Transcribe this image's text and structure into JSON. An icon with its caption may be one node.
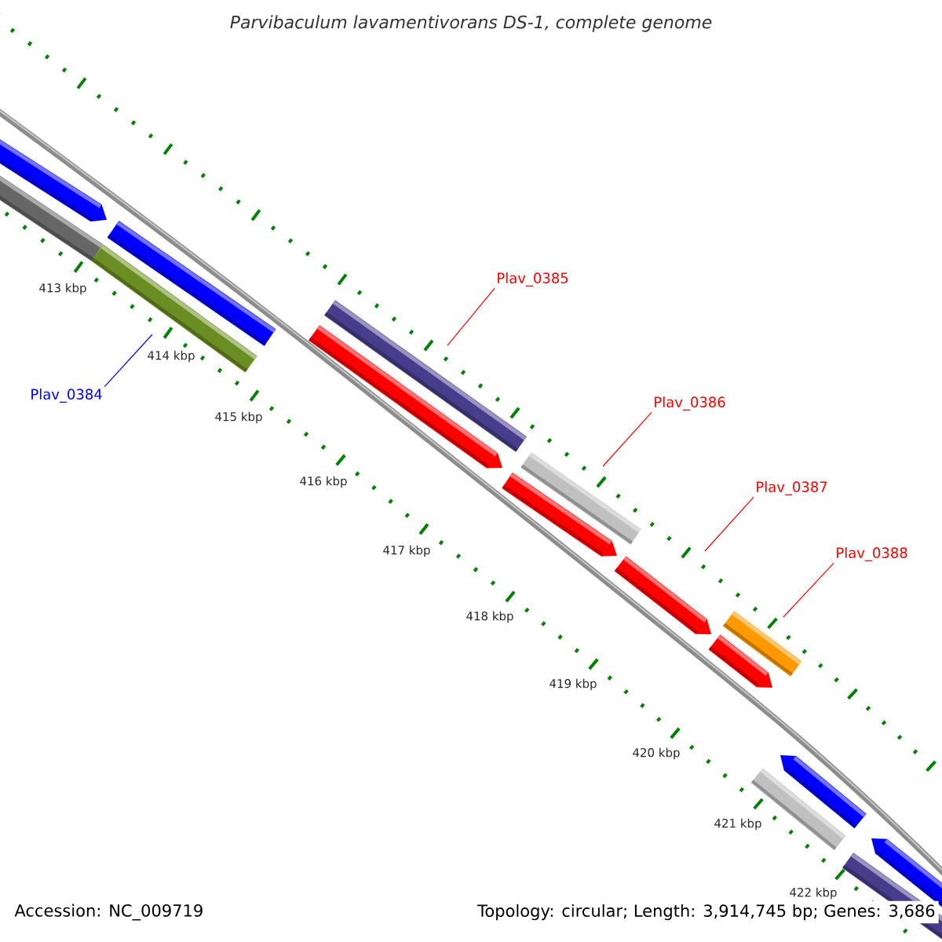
{
  "diagram": {
    "title": "Parvibaculum lavamentivorans DS-1, complete genome",
    "nodes": [
      {
        "text": [
          "Plav_0384"
        ]
      },
      {
        "text": [
          "Plav_0385"
        ]
      },
      {
        "text": [
          "Plav_0386"
        ]
      },
      {
        "text": [
          "Plav_0387"
        ]
      },
      {
        "text": [
          "Plav_0388"
        ]
      }
    ],
    "edges": [
      {
        "from": 0,
        "to": null,
        "arrow": "none",
        "color": "#0000ff"
      },
      {
        "from": 1,
        "to": null,
        "arrow": "none"
      },
      {
        "from": 2,
        "to": null,
        "arrow": "none"
      },
      {
        "from": 3,
        "to": null,
        "arrow": "none"
      },
      {
        "from": 4,
        "to": null,
        "arrow": "none"
      }
    ],
    "labels": [
      "413 kbp",
      "414 kbp",
      "415 kbp",
      "416 kbp",
      "417 kbp",
      "418 kbp",
      "419 kbp",
      "420 kbp",
      "421 kbp",
      "422 kbp",
      "Accession: NC_009719",
      "Topology: circular; Length: 3,914,745 bp; Genes: 3,686"
    ]
  }
}
